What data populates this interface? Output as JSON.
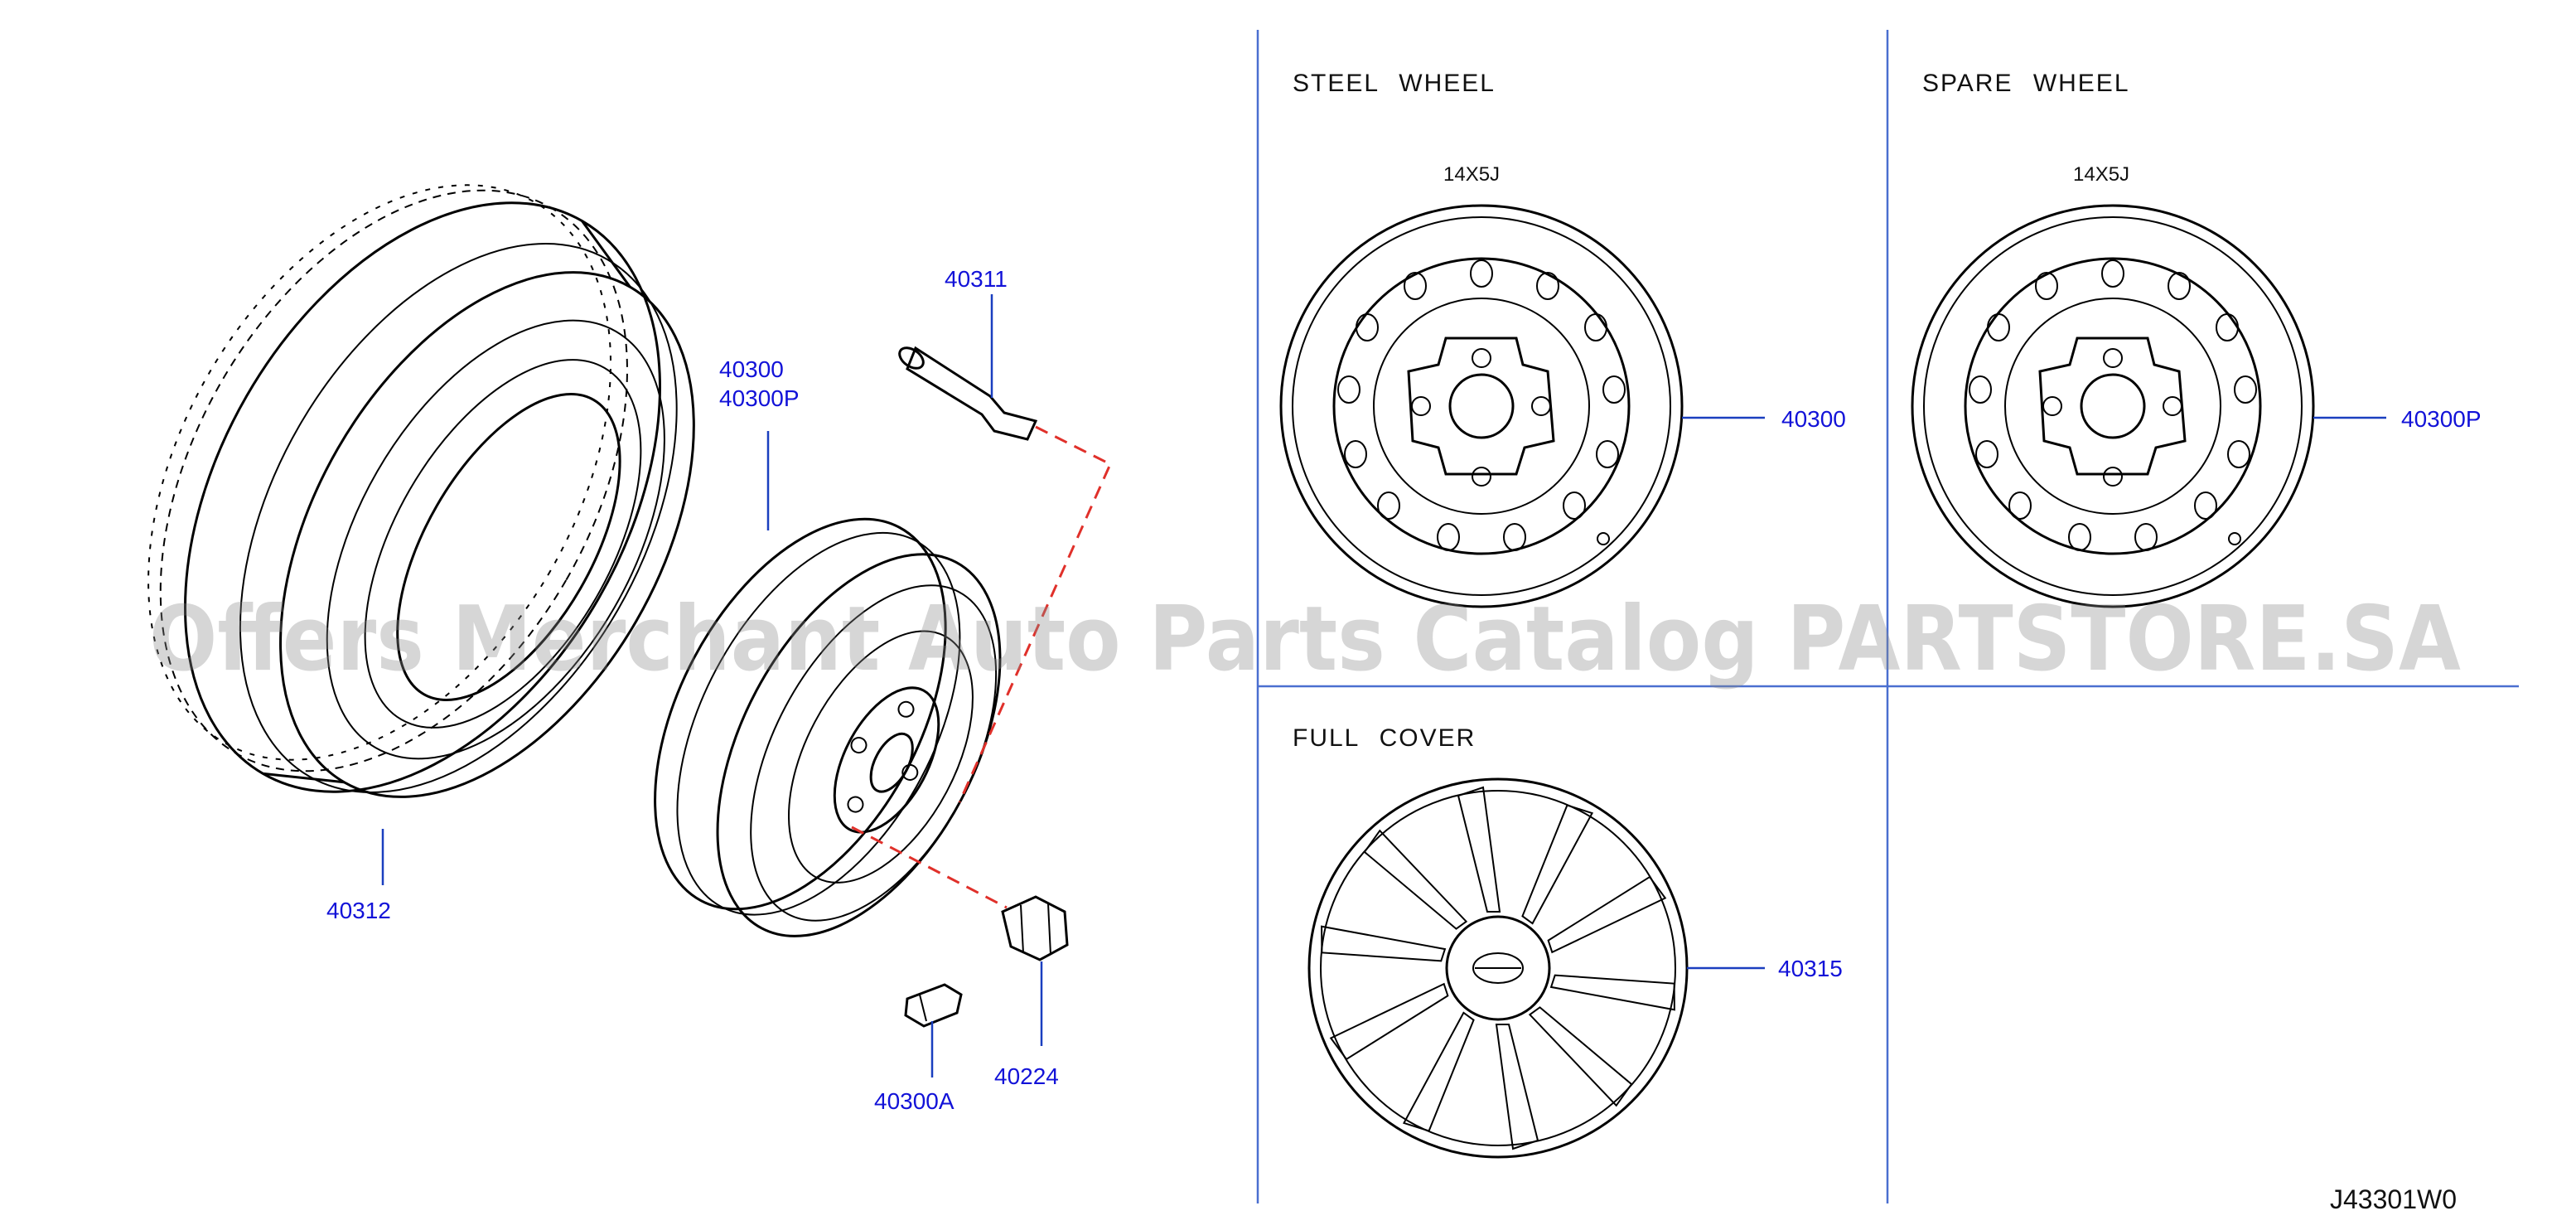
{
  "sections": {
    "steel_wheel": {
      "title": "STEEL WHEEL",
      "size": "14X5J",
      "part": "40300"
    },
    "spare_wheel": {
      "title": "SPARE WHEEL",
      "size": "14X5J",
      "part": "40300P"
    },
    "full_cover": {
      "title": "FULL COVER",
      "part": "40315"
    }
  },
  "exploded": {
    "tire": "40312",
    "wheel": "40300",
    "wheel_spare": "40300P",
    "valve": "40311",
    "nut": "40224",
    "weight": "40300A"
  },
  "watermark": "Offers Merchant Auto Parts Catalog PARTSTORE.SA",
  "diagram_code": "J43301W0",
  "colors": {
    "callout": "#1212d8",
    "divider": "#4a6fd0",
    "dashed": "#e0302a"
  }
}
